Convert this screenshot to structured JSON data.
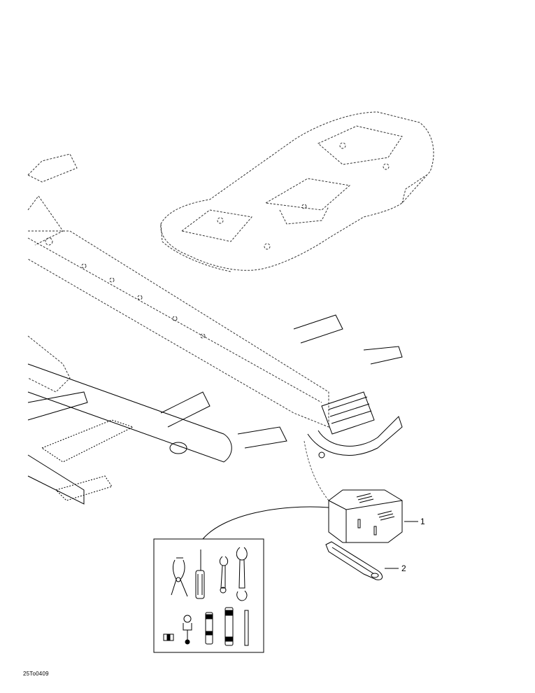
{
  "callouts": [
    {
      "number": "1",
      "part": "toolbox"
    },
    {
      "number": "2",
      "part": "tool-lever"
    }
  ],
  "drawing_code": "25To0409",
  "colors": {
    "line": "#000000",
    "dashed": "#555555",
    "background": "#ffffff"
  }
}
